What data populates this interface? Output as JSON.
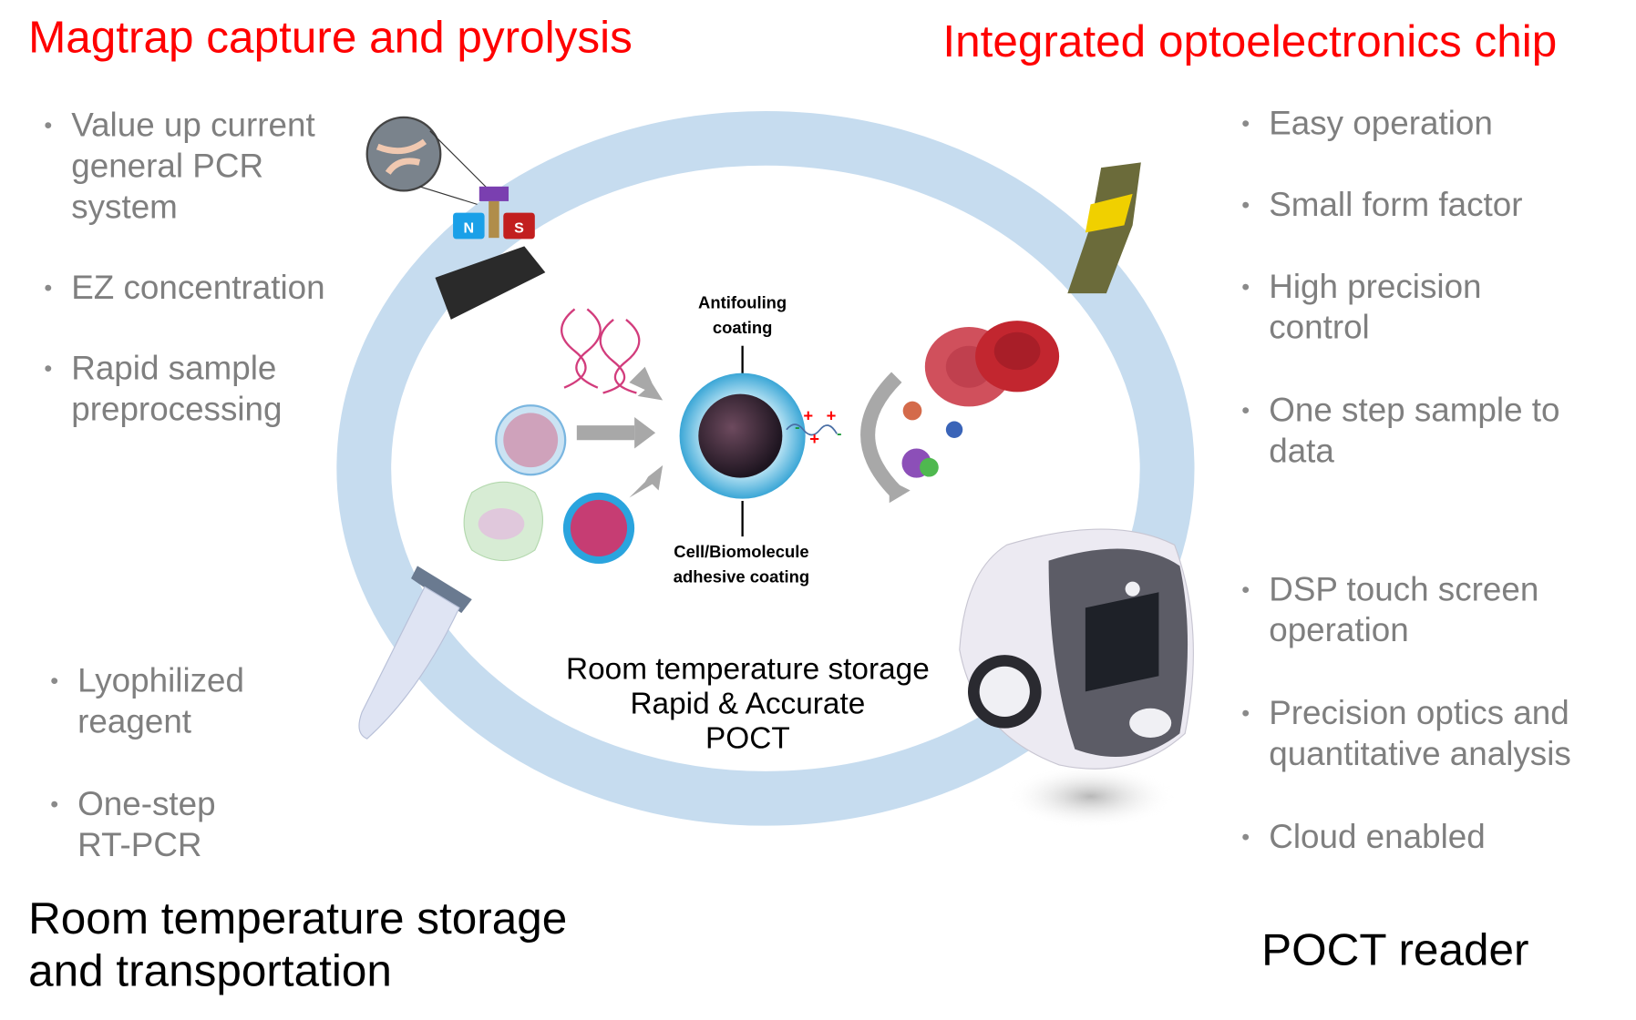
{
  "titles": {
    "left": "Magtrap capture and pyrolysis",
    "right": "Integrated optoelectronics chip"
  },
  "left_bullets_top": [
    "Value up current general PCR system",
    "EZ concentration",
    "Rapid sample preprocessing"
  ],
  "left_bullets_bottom": [
    "Lyophilized reagent",
    "One-step RT-PCR"
  ],
  "right_bullets": [
    "Easy operation",
    "Small form factor",
    "High precision control",
    "One step sample to data",
    "DSP touch screen operation",
    "Precision optics and quantitative analysis",
    "Cloud enabled"
  ],
  "bottom_left_heading": [
    "Room temperature storage",
    "and transportation"
  ],
  "bottom_right_heading": "POCT reader",
  "center_caption": [
    "Room temperature storage",
    "Rapid & Accurate",
    "POCT"
  ],
  "bead_labels": {
    "top": [
      "Antifouling",
      "coating"
    ],
    "bottom": [
      "Cell/Biomolecule",
      "adhesive coating"
    ]
  },
  "magnet_labels": {
    "north": "N",
    "south": "S"
  },
  "colors": {
    "title_red": "#ff0000",
    "bullet_gray": "#7f7f7f",
    "ring_blue": "#c6dcef"
  }
}
